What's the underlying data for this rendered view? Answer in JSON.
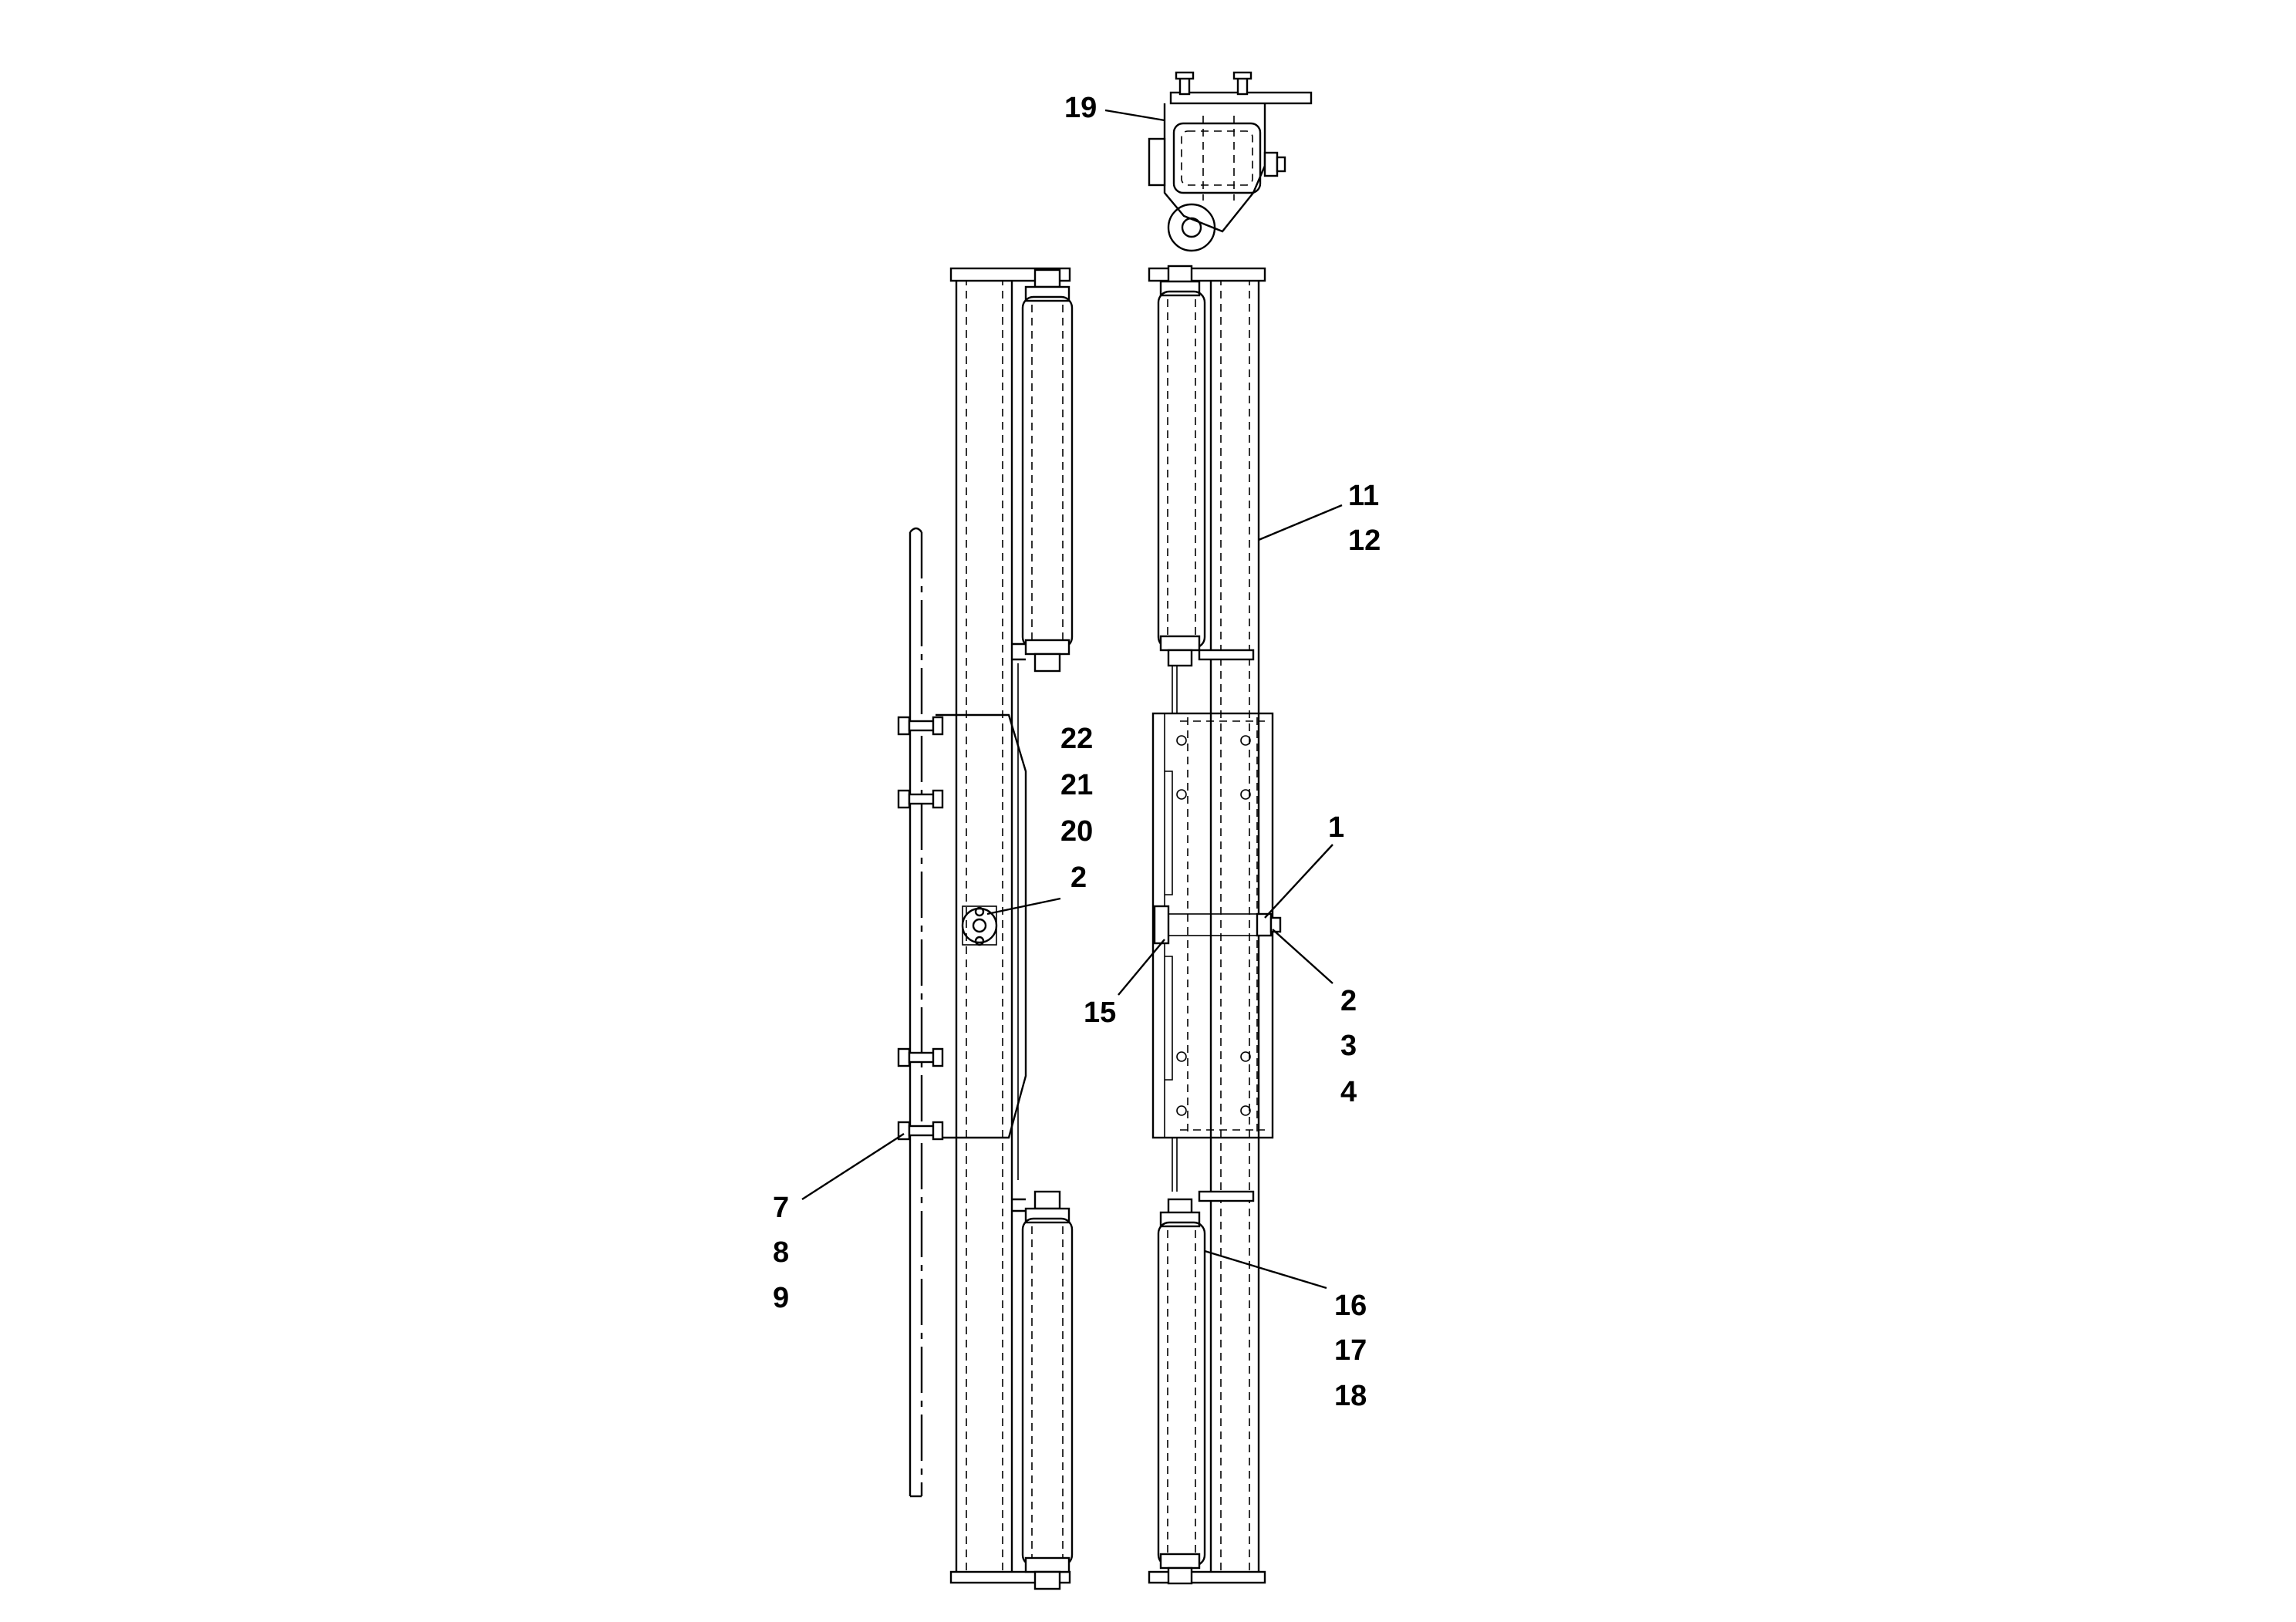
{
  "callouts": {
    "c19": "19",
    "c11": "11",
    "c12": "12",
    "c22": "22",
    "c21": "21",
    "c20": "20",
    "c2a": "2",
    "c1": "1",
    "c15": "15",
    "c2b": "2",
    "c3": "3",
    "c4": "4",
    "c7": "7",
    "c8": "8",
    "c9": "9",
    "c16": "16",
    "c17": "17",
    "c18": "18"
  }
}
